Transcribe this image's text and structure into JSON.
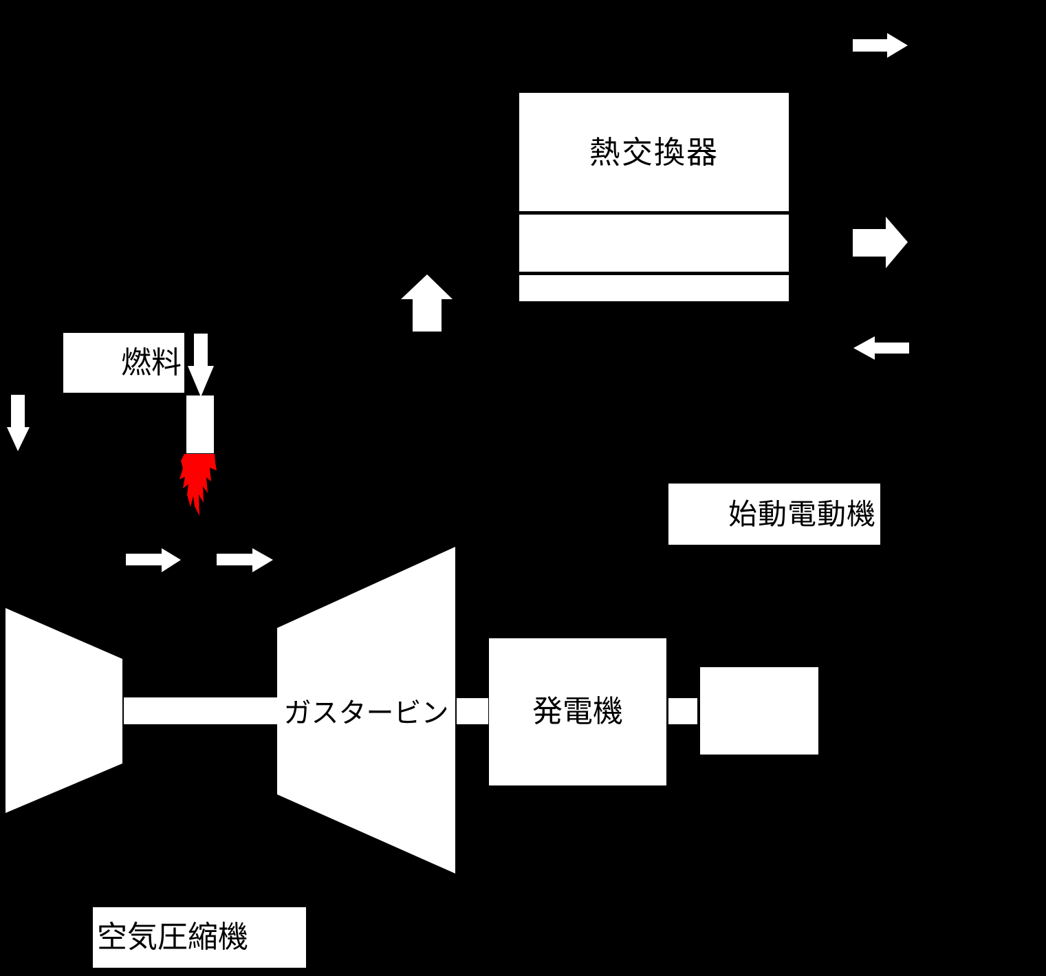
{
  "diagram": {
    "type": "gas-turbine-power-generation-system",
    "background_color": "#000000",
    "shape_fill_color": "#ffffff",
    "text_color": "#000000",
    "flame_color": "#ff0000",
    "labels": {
      "heat_exchanger": "熱交換器",
      "fuel": "燃料",
      "starter_motor": "始動電動機",
      "generator": "発電機",
      "gas_turbine": "ガスタービン",
      "air_compressor": "空気圧縮機"
    },
    "icons": {
      "arrow_right_top": "white right arrow (top right, flow out of heat exchanger)",
      "arrow_right_middle": "large white right arrow (middle right, flow out of heat exchanger strip)",
      "arrow_left_return": "white left arrow (return flow into heat exchanger strip)",
      "arrow_up_exhaust": "white up arrow (exhaust to heat exchanger)",
      "arrow_down_fuel": "white down arrow (fuel into combustor)",
      "arrow_down_air": "white down arrow (upper left)",
      "arrow_right_air_1": "white right arrow (air flow 1)",
      "arrow_right_air_2": "white right arrow (air flow 2)",
      "combustion_flame": "red flame / up arrow under combustor"
    }
  }
}
